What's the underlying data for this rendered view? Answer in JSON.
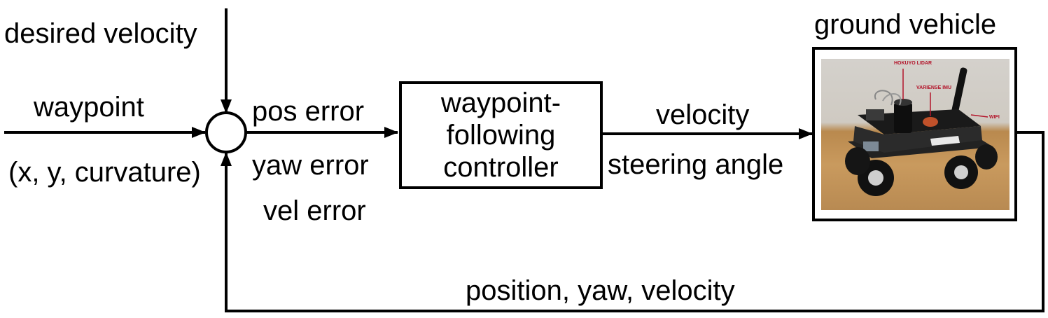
{
  "inputs": {
    "desired_velocity": "desired velocity",
    "waypoint": "waypoint",
    "waypoint_format": "(x, y, curvature)"
  },
  "errors": {
    "pos": "pos error",
    "yaw": "yaw error",
    "vel": "vel error"
  },
  "controller": {
    "line1": "waypoint-",
    "line2": "following",
    "line3": "controller"
  },
  "commands": {
    "velocity": "velocity",
    "steering": "steering angle"
  },
  "plant": {
    "title": "ground vehicle",
    "photo_tags": {
      "lidar": "HOKUYO LIDAR",
      "imu": "VARIENSE IMU",
      "wifi": "WIFI"
    }
  },
  "feedback": {
    "label": "position, yaw, velocity"
  }
}
